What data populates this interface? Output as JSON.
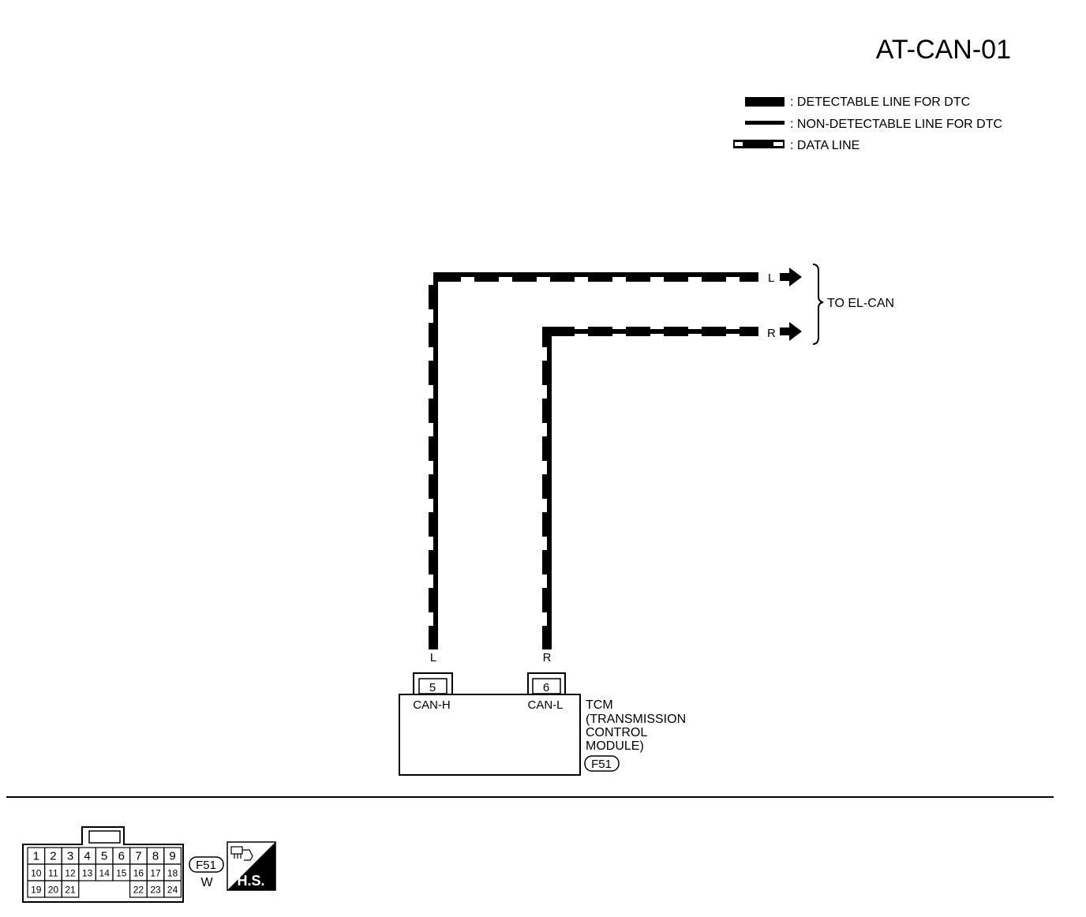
{
  "page_title": "AT-CAN-01",
  "legend": [
    {
      "type": "detectable",
      "label": ": DETECTABLE LINE FOR DTC"
    },
    {
      "type": "non-detectable",
      "label": ": NON-DETECTABLE LINE FOR DTC"
    },
    {
      "type": "data",
      "label": ": DATA LINE"
    }
  ],
  "wires": {
    "upper_color": "L",
    "lower_color": "R",
    "destination": "TO EL-CAN",
    "bottom_left_color": "L",
    "bottom_right_color": "R"
  },
  "tcm": {
    "pin1_number": "5",
    "pin1_label": "CAN-H",
    "pin2_number": "6",
    "pin2_label": "CAN-L",
    "name_lines": [
      "TCM",
      "(TRANSMISSION",
      "CONTROL",
      "MODULE)"
    ],
    "connector_ref": "F51"
  },
  "connector_view": {
    "row1": [
      "1",
      "2",
      "3",
      "4",
      "5",
      "6",
      "7",
      "8",
      "9"
    ],
    "row2": [
      "10",
      "11",
      "12",
      "13",
      "14",
      "15",
      "16",
      "17",
      "18"
    ],
    "row3_left": [
      "19",
      "20",
      "21"
    ],
    "row3_right": [
      "22",
      "23",
      "24"
    ],
    "connector_id": "F51",
    "color_code": "W",
    "hs_label": "H.S."
  }
}
